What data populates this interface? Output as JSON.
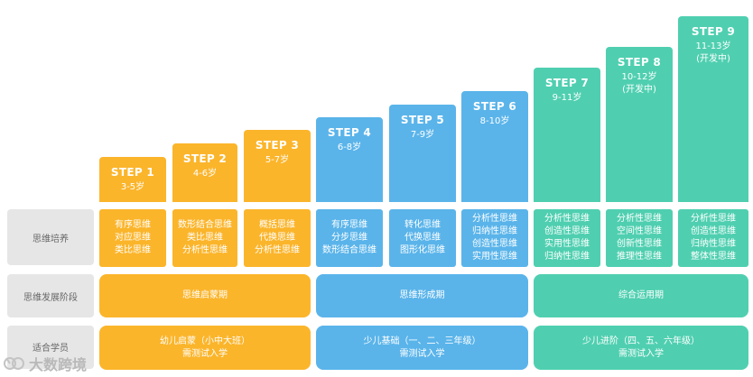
{
  "steps": [
    {
      "title": "STEP 1",
      "age": "3-5岁",
      "note": ""
    },
    {
      "title": "STEP 2",
      "age": "4-6岁",
      "note": ""
    },
    {
      "title": "STEP 3",
      "age": "5-7岁",
      "note": ""
    },
    {
      "title": "STEP 4",
      "age": "6-8岁",
      "note": ""
    },
    {
      "title": "STEP 5",
      "age": "7-9岁",
      "note": ""
    },
    {
      "title": "STEP 6",
      "age": "8-10岁",
      "note": ""
    },
    {
      "title": "STEP 7",
      "age": "9-11岁",
      "note": ""
    },
    {
      "title": "STEP 8",
      "age": "10-12岁",
      "note": "(开发中)"
    },
    {
      "title": "STEP 9",
      "age": "11-13岁",
      "note": "(开发中)"
    }
  ],
  "rows": {
    "thinking_label": "思维培养",
    "stage_label": "思维发展阶段",
    "student_label": "适合学员"
  },
  "thinking": [
    [
      "有序思维",
      "对应思维",
      "类比思维"
    ],
    [
      "数形结合思维",
      "类比思维",
      "分析性思维"
    ],
    [
      "概括思维",
      "代换思维",
      "分析性思维"
    ],
    [
      "有序思维",
      "分步思维",
      "数形结合思维"
    ],
    [
      "转化思维",
      "代换思维",
      "图形化思维"
    ],
    [
      "分析性思维",
      "归纳性思维",
      "创造性思维",
      "实用性思维"
    ],
    [
      "分析性思维",
      "创造性思维",
      "实用性思维",
      "归纳性思维"
    ],
    [
      "分析性思维",
      "空间性思维",
      "创新性思维",
      "推理性思维"
    ],
    [
      "分析性思维",
      "创造性思维",
      "归纳性思维",
      "整体性思维"
    ]
  ],
  "stages": [
    "思维启蒙期",
    "思维形成期",
    "综合运用期"
  ],
  "students": [
    {
      "level": "幼儿启蒙（小中大班）",
      "test": "需测试入学"
    },
    {
      "level": "少儿基础（一、二、三年级）",
      "test": "需测试入学"
    },
    {
      "level": "少儿进阶（四、五、六年级）",
      "test": "需测试入学"
    }
  ],
  "logo": {
    "text": "大数跨境",
    "icon": "logo-icon"
  },
  "colors": {
    "yellow": "#fbb52b",
    "blue": "#5ab4ea",
    "green": "#4fcfb0"
  }
}
